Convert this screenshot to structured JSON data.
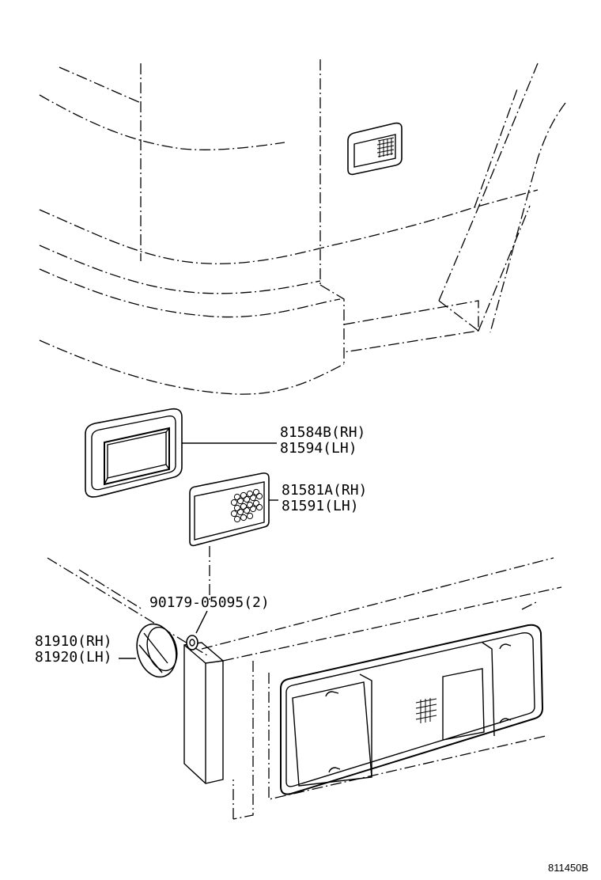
{
  "parts": [
    {
      "id": "bezel",
      "line1": "81584B(RH)",
      "line2": "81594(LH)"
    },
    {
      "id": "lens",
      "line1": "81581A(RH)",
      "line2": "81591(LH)"
    },
    {
      "id": "screw",
      "line1": "90179-05095(2)"
    },
    {
      "id": "reflector",
      "line1": "81910(RH)",
      "line2": "81920(LH)"
    }
  ],
  "figure_code": "811450B"
}
